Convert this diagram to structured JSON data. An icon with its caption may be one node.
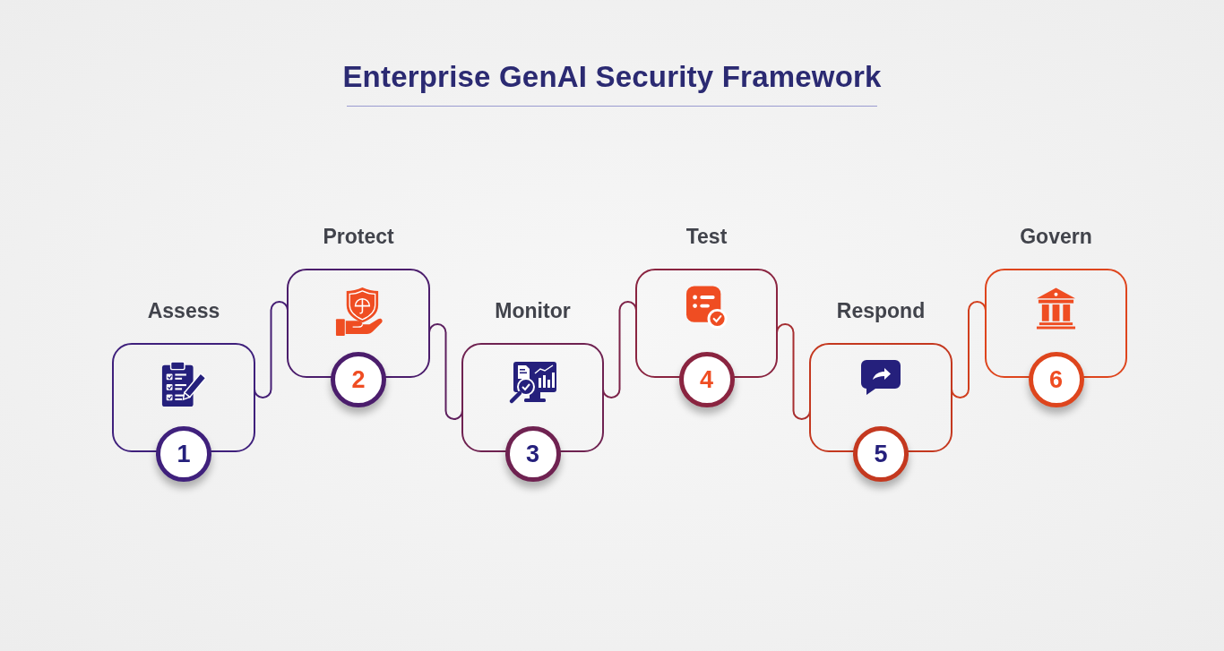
{
  "diagram": {
    "title": "Enterprise GenAI Security Framework",
    "nodes": [
      {
        "text": [
          "Assess"
        ]
      },
      {
        "text": [
          "1"
        ]
      },
      {
        "text": [
          "Protect"
        ]
      },
      {
        "text": [
          "2"
        ]
      },
      {
        "text": [
          "Monitor"
        ]
      },
      {
        "text": [
          "3"
        ]
      },
      {
        "text": [
          "Test"
        ]
      },
      {
        "text": [
          "4"
        ]
      },
      {
        "text": [
          "Respond"
        ]
      },
      {
        "text": [
          "5"
        ]
      },
      {
        "text": [
          "Govern"
        ]
      },
      {
        "text": [
          "6"
        ]
      }
    ],
    "edges": [
      {
        "from": 0,
        "to": 2,
        "arrow": "none"
      },
      {
        "from": 2,
        "to": 4,
        "arrow": "none"
      },
      {
        "from": 4,
        "to": 6,
        "arrow": "none"
      },
      {
        "from": 6,
        "to": 8,
        "arrow": "none"
      },
      {
        "from": 8,
        "to": 10,
        "arrow": "none"
      }
    ]
  }
}
